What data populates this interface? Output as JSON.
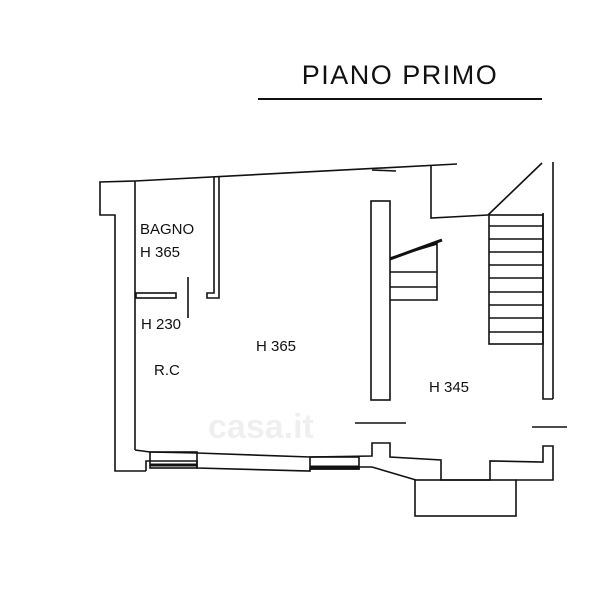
{
  "title": "PIANO PRIMO",
  "rooms": {
    "bagno_name": "BAGNO",
    "bagno_height": "H 365",
    "corridor_height": "H 230",
    "main_height": "H 365",
    "main_name": "R.C",
    "right_height": "H 345"
  },
  "watermark": "casa.it",
  "colors": {
    "line": "#111111",
    "background": "#ffffff"
  }
}
